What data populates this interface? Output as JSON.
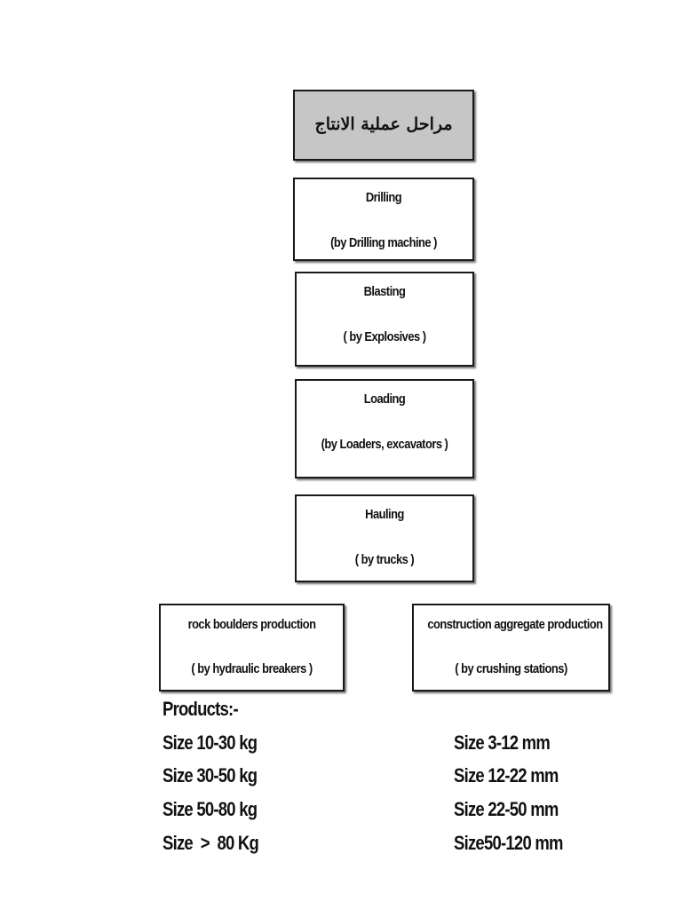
{
  "title": "مراحل عملية الانتاج",
  "stages": [
    {
      "name": "Drilling",
      "method": "(by Drilling machine )"
    },
    {
      "name": "Blasting",
      "method": "( by  Explosives )"
    },
    {
      "name": "Loading",
      "method": "(by Loaders, excavators )"
    },
    {
      "name": "Hauling",
      "method": "( by trucks )"
    }
  ],
  "branches": {
    "left": {
      "name": "rock boulders production",
      "method": "( by hydraulic breakers )"
    },
    "right": {
      "name": "construction aggregate production",
      "method": "( by crushing stations)"
    }
  },
  "products": {
    "heading": "Products:-",
    "left": [
      "Size 10-30 kg",
      "Size 30-50 kg",
      "Size 50-80 kg",
      "Size  >  80 Kg"
    ],
    "right": [
      "Size 3-12 mm",
      "Size 12-22 mm",
      "Size 22-50 mm",
      "Size50-120 mm"
    ]
  },
  "colors": {
    "title_fill": "#c6c6c6",
    "box_fill": "#ffffff",
    "border": "#1a1a1a"
  }
}
